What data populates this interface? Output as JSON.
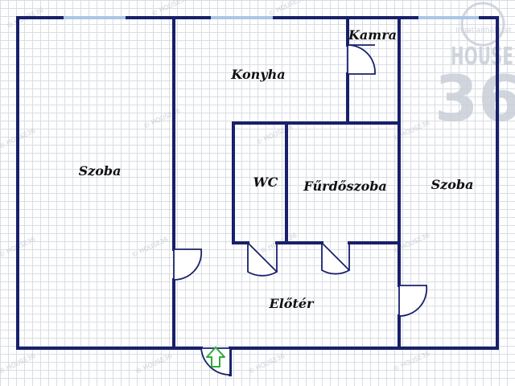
{
  "rooms": {
    "szoba_left": "Szoba",
    "konyha": "Konyha",
    "kamra": "Kamra",
    "wc": "WC",
    "furdoszoba": "Fűrdőszoba",
    "szoba_right": "Szoba",
    "eloter": "Előtér"
  },
  "watermark": {
    "text": "© HOUSE36",
    "logo_small": "Ingatlanhálózat",
    "logo_big": "HOUSE",
    "logo_num": "36"
  },
  "colors": {
    "wall": "#18206b",
    "window": "#a9c7e4",
    "entrance_arrow": "#2eaa3a",
    "grid": "#d9dde3"
  },
  "icons": {
    "entrance": "entrance-arrow-icon"
  }
}
